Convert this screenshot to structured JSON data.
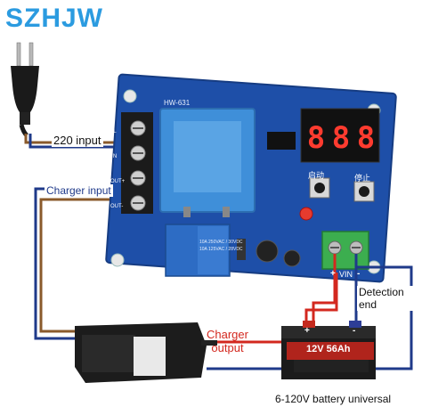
{
  "brand": "SZHJW",
  "board": {
    "model": "HW-631",
    "display_digits": [
      "8",
      "8",
      "8"
    ],
    "button_left_label": "启动",
    "button_right_label": "停止",
    "relay_text": [
      "10A 250VAC / 30VDC",
      "10A 125VAC / 28VDC"
    ],
    "terminal_labels": [
      "L",
      "N",
      "OUT+",
      "OUT-"
    ],
    "vin_label": "VIN",
    "plus": "+",
    "minus": "-"
  },
  "labels": {
    "ac_input": "220 input",
    "charger_input": "Charger input",
    "charger_output": [
      "Charger",
      "output"
    ],
    "detection": "Detection end",
    "battery": "6-120V battery universal"
  },
  "battery": {
    "text": "12V 56Ah",
    "plus": "+",
    "minus": "-"
  },
  "colors": {
    "brand": "#2b9be0",
    "board": "#1e4fa8",
    "red_wire": "#d3281f",
    "blue_wire": "#1f3a8a",
    "brown_wire": "#8a5a2b"
  }
}
